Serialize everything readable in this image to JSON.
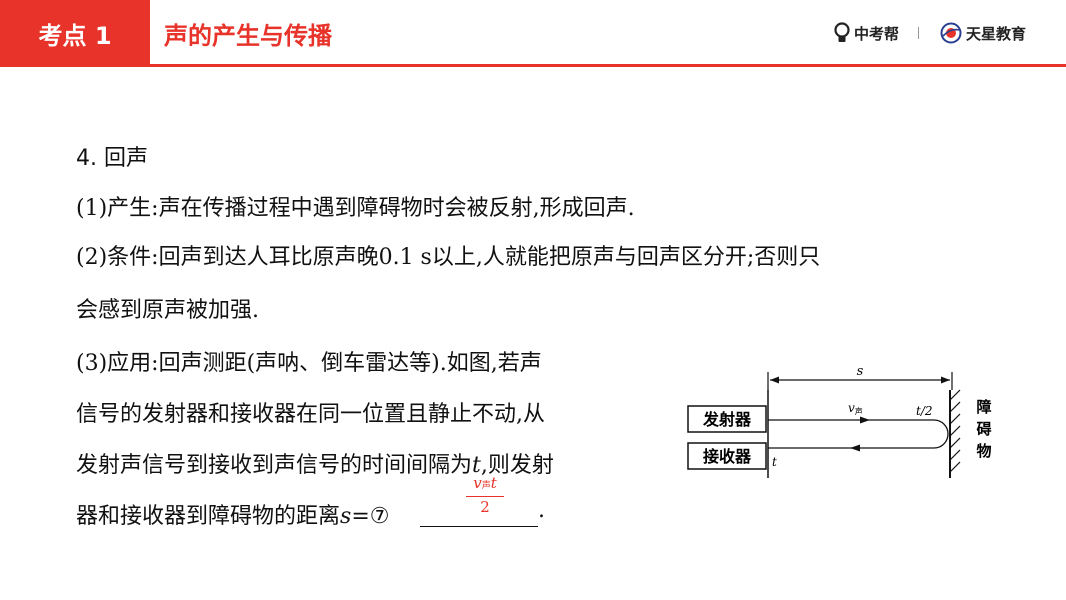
{
  "header": {
    "tag": "考点 1",
    "title": "声的产生与传播",
    "brand1": "中考帮",
    "brand2": "天星教育"
  },
  "content": {
    "section_title": "4. 回声",
    "p1": "(1)产生:声在传播过程中遇到障碍物时会被反射,形成回声.",
    "p2a": "(2)条件:回声到达人耳比原声晚0.1 s以上,人就能把原声与回声区分开;否则只",
    "p2b": "会感到原声被加强.",
    "p3a": "(3)应用:回声测距(声呐、倒车雷达等).如图,若声",
    "p3b": "信号的发射器和接收器在同一位置且静止不动,从",
    "p3c_pre": "发射声信号到接收到声信号的时间间隔为",
    "p3c_var": "t",
    "p3c_post": ",则发射",
    "p3d_pre": "器和接收器到障碍物的距离",
    "p3d_var": "s",
    "p3d_eq": "=⑦",
    "p3d_end": ".",
    "answer_num_v": "v",
    "answer_num_sub": "声",
    "answer_num_t": "t",
    "answer_den": "2"
  },
  "diagram": {
    "distance_label": "s",
    "emitter": "发射器",
    "receiver": "接收器",
    "speed_v": "v",
    "speed_sub": "声",
    "half_time": "t/2",
    "time_label": "t",
    "obstacle_1": "障",
    "obstacle_2": "碍",
    "obstacle_3": "物"
  },
  "colors": {
    "accent": "#e8332a",
    "answer": "#e8332a"
  }
}
